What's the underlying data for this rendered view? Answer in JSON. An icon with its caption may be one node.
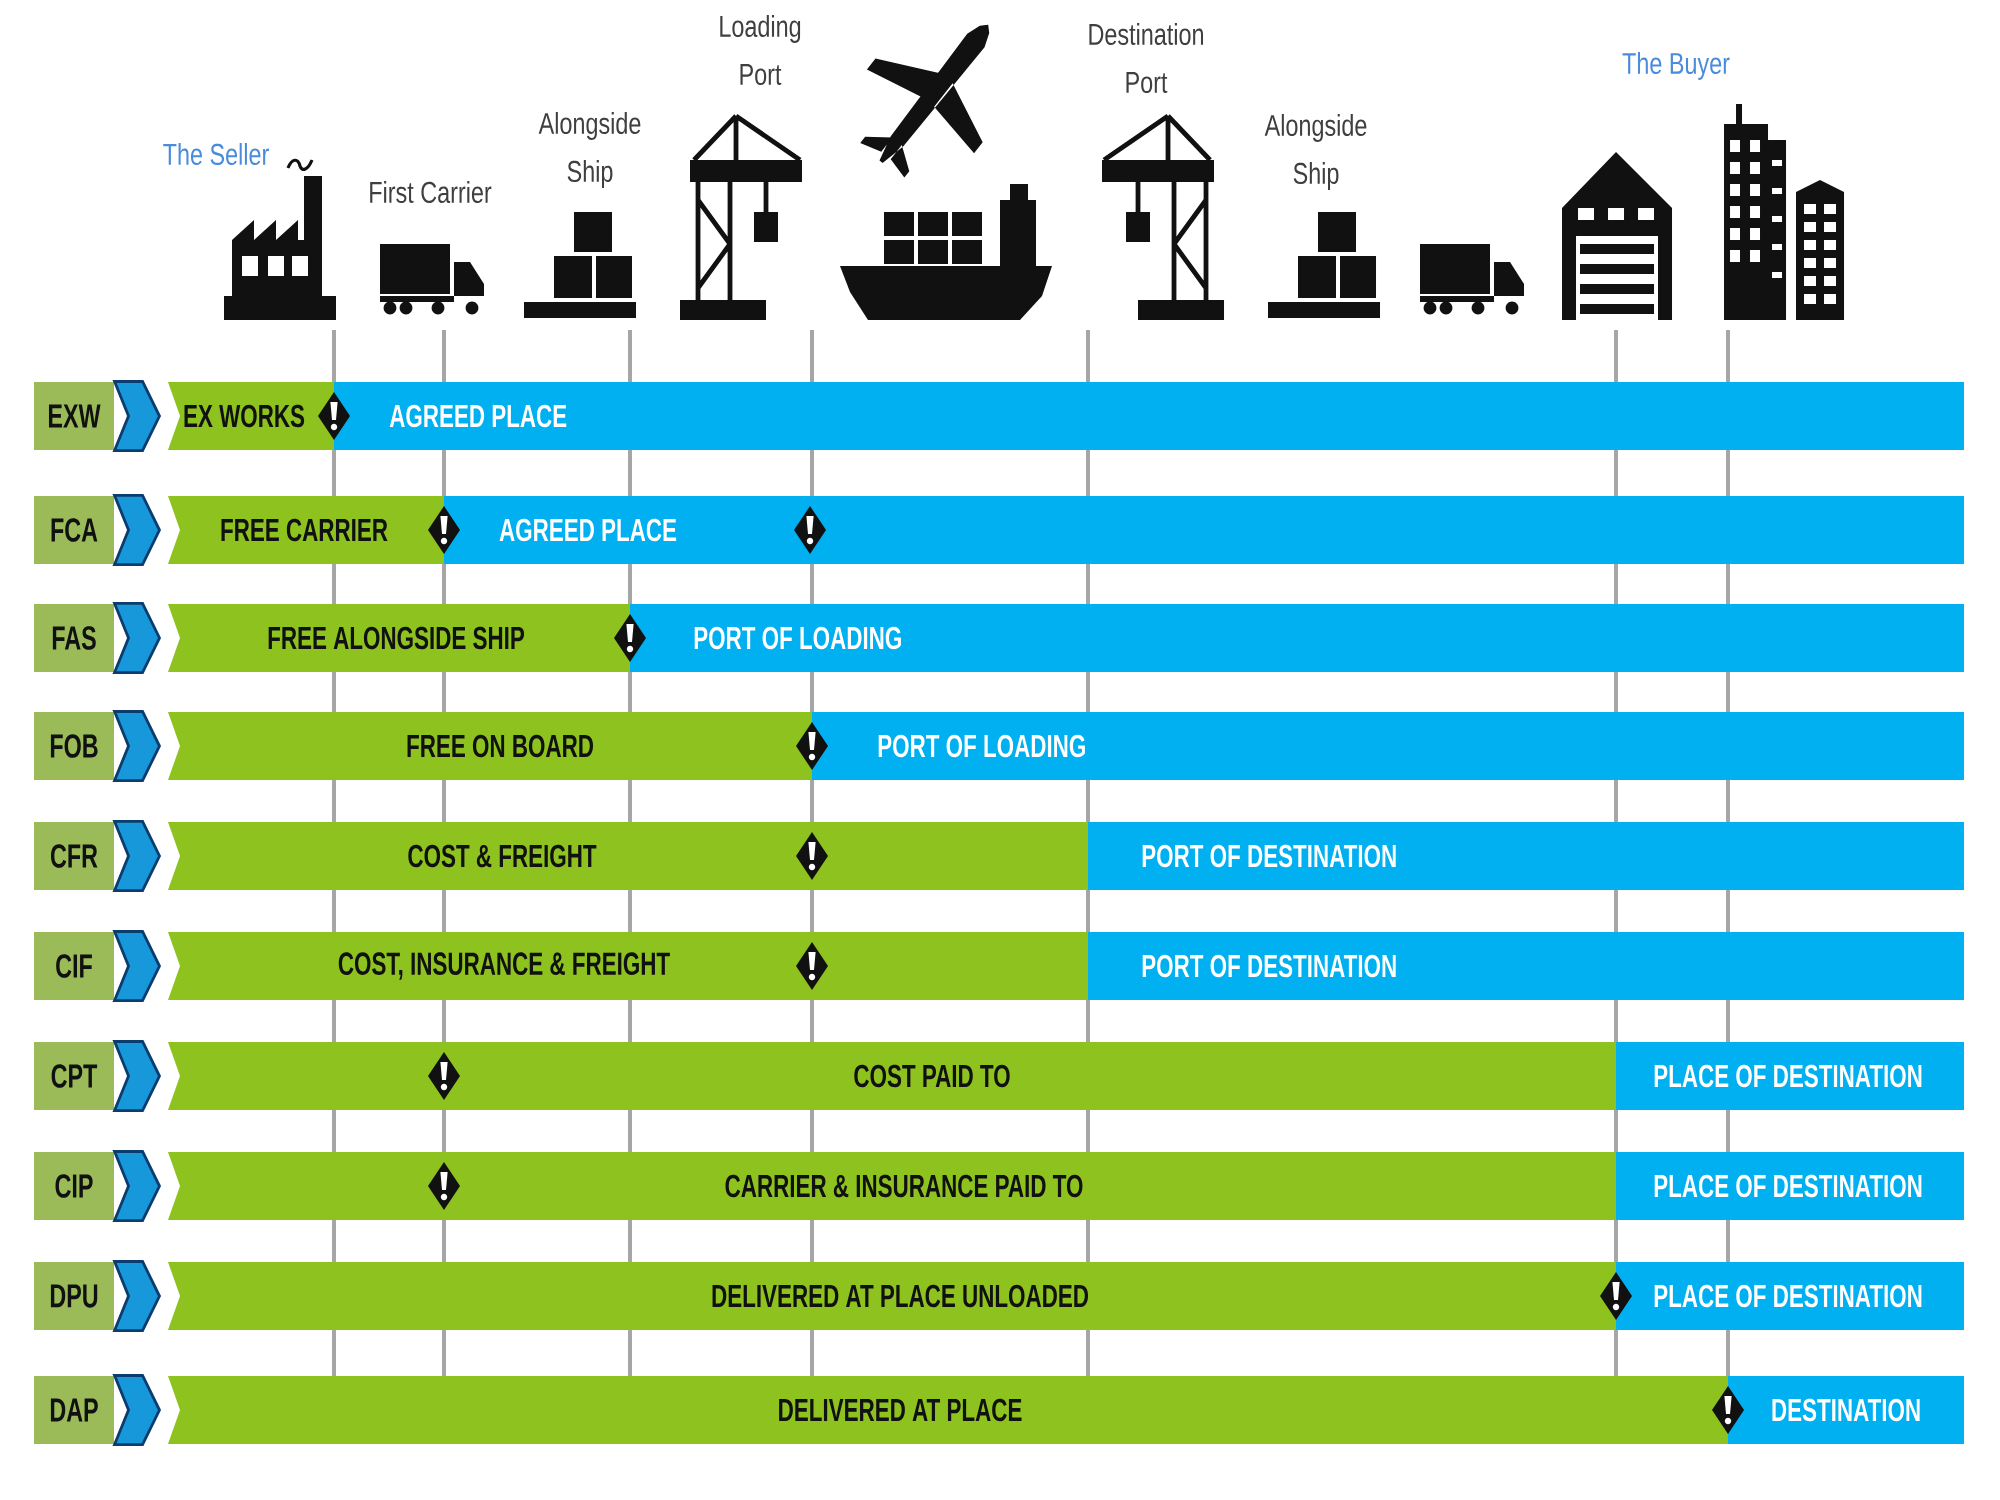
{
  "diagram": {
    "nodes": [
      {
        "text": [
          "EXW"
        ]
      },
      {
        "text": [
          "EX WORKS"
        ]
      },
      {
        "text": [
          "AGREED PLACE"
        ]
      },
      {
        "text": [
          "FCA"
        ]
      },
      {
        "text": [
          "FREE CARRIER"
        ]
      },
      {
        "text": [
          "AGREED PLACE"
        ]
      },
      {
        "text": [
          "FAS"
        ]
      },
      {
        "text": [
          "FREE ALONGSIDE SHIP"
        ]
      },
      {
        "text": [
          "PORT OF LOADING"
        ]
      },
      {
        "text": [
          "FOB"
        ]
      },
      {
        "text": [
          "FREE ON BOARD"
        ]
      },
      {
        "text": [
          "PORT OF LOADING"
        ]
      },
      {
        "text": [
          "CFR"
        ]
      },
      {
        "text": [
          "COST & FREIGHT"
        ]
      },
      {
        "text": [
          "PORT OF DESTINATION"
        ]
      },
      {
        "text": [
          "CIF"
        ]
      },
      {
        "text": [
          "COST, INSURANCE & FREIGHT"
        ]
      },
      {
        "text": [
          "PORT OF DESTINATION"
        ]
      },
      {
        "text": [
          "CPT"
        ]
      },
      {
        "text": [
          "COST PAID TO"
        ]
      },
      {
        "text": [
          "PLACE OF DESTINATION"
        ]
      },
      {
        "text": [
          "CIP"
        ]
      },
      {
        "text": [
          "CARRIER & INSURANCE PAID TO"
        ]
      },
      {
        "text": [
          "PLACE OF DESTINATION"
        ]
      },
      {
        "text": [
          "DPU"
        ]
      },
      {
        "text": [
          "DELIVERED AT PLACE UNLOADED"
        ]
      },
      {
        "text": [
          "PLACE OF DESTINATION"
        ]
      },
      {
        "text": [
          "DAP"
        ]
      },
      {
        "text": [
          "DELIVERED AT PLACE"
        ]
      },
      {
        "text": [
          "DESTINATION"
        ]
      }
    ],
    "edges": [
      {
        "from": 0,
        "to": 1,
        "arrow": "to"
      },
      {
        "from": 3,
        "to": 4,
        "arrow": "to"
      },
      {
        "from": 6,
        "to": 7,
        "arrow": "to"
      },
      {
        "from": 9,
        "to": 10,
        "arrow": "to"
      },
      {
        "from": 12,
        "to": 13,
        "arrow": "to"
      },
      {
        "from": 15,
        "to": 16,
        "arrow": "to"
      },
      {
        "from": 18,
        "to": 19,
        "arrow": "to"
      },
      {
        "from": 21,
        "to": 22,
        "arrow": "to"
      },
      {
        "from": 24,
        "to": 25,
        "arrow": "to"
      },
      {
        "from": 27,
        "to": 28,
        "arrow": "to"
      }
    ],
    "labels": [
      "The Seller",
      "First Carrier",
      "Alongside Ship",
      "Loading Port",
      "Destination Port",
      "Alongside Ship",
      "The Buyer"
    ]
  }
}
